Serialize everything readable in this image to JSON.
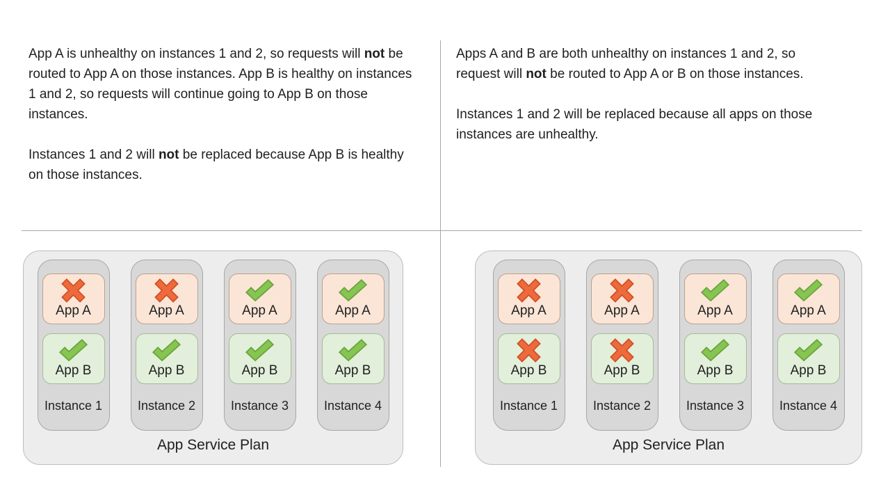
{
  "colors": {
    "text": "#1f1f1f",
    "divider": "#a6a6a6",
    "plan_bg": "#ededed",
    "plan_border": "#bdbdbd",
    "instance_bg": "#d8d8d8",
    "instance_border": "#a6a6a6",
    "app_a_bg": "#fbe5d6",
    "app_a_border": "#bba18e",
    "app_b_bg": "#e2efda",
    "app_b_border": "#a5ba98",
    "x_fill": "#ed6a3c",
    "x_stroke": "#d14f24",
    "check_fill": "#87c553",
    "check_stroke": "#6ba43c"
  },
  "panels": [
    {
      "description": [
        {
          "segments": [
            {
              "t": "App A is unhealthy on instances 1 and 2, so requests will "
            },
            {
              "t": "not",
              "b": true
            },
            {
              "t": " be routed to App A on those instances. App B is healthy on instances 1 and 2, so requests will continue going to App B on those instances."
            }
          ]
        },
        {
          "segments": [
            {
              "t": "Instances 1 and 2 will "
            },
            {
              "t": "not",
              "b": true
            },
            {
              "t": " be replaced because App B is healthy on those instances."
            }
          ]
        }
      ],
      "plan": {
        "label": "App Service Plan",
        "instances": [
          {
            "label": "Instance 1",
            "apps": [
              {
                "name": "App A",
                "healthy": false
              },
              {
                "name": "App B",
                "healthy": true
              }
            ]
          },
          {
            "label": "Instance 2",
            "apps": [
              {
                "name": "App A",
                "healthy": false
              },
              {
                "name": "App B",
                "healthy": true
              }
            ]
          },
          {
            "label": "Instance 3",
            "apps": [
              {
                "name": "App A",
                "healthy": true
              },
              {
                "name": "App B",
                "healthy": true
              }
            ]
          },
          {
            "label": "Instance 4",
            "apps": [
              {
                "name": "App A",
                "healthy": true
              },
              {
                "name": "App B",
                "healthy": true
              }
            ]
          }
        ]
      }
    },
    {
      "description": [
        {
          "segments": [
            {
              "t": "Apps A and B are both unhealthy on instances 1 and 2, so request will "
            },
            {
              "t": "not",
              "b": true
            },
            {
              "t": " be routed to App A or B on those instances."
            }
          ]
        },
        {
          "segments": [
            {
              "t": "Instances 1 and 2 will be replaced because all apps on those instances are unhealthy."
            }
          ]
        }
      ],
      "plan": {
        "label": "App Service Plan",
        "instances": [
          {
            "label": "Instance 1",
            "apps": [
              {
                "name": "App A",
                "healthy": false
              },
              {
                "name": "App B",
                "healthy": false
              }
            ]
          },
          {
            "label": "Instance 2",
            "apps": [
              {
                "name": "App A",
                "healthy": false
              },
              {
                "name": "App B",
                "healthy": false
              }
            ]
          },
          {
            "label": "Instance 3",
            "apps": [
              {
                "name": "App A",
                "healthy": true
              },
              {
                "name": "App B",
                "healthy": true
              }
            ]
          },
          {
            "label": "Instance 4",
            "apps": [
              {
                "name": "App A",
                "healthy": true
              },
              {
                "name": "App B",
                "healthy": true
              }
            ]
          }
        ]
      }
    }
  ],
  "icons": {
    "healthy": "check-icon",
    "unhealthy": "x-icon"
  }
}
